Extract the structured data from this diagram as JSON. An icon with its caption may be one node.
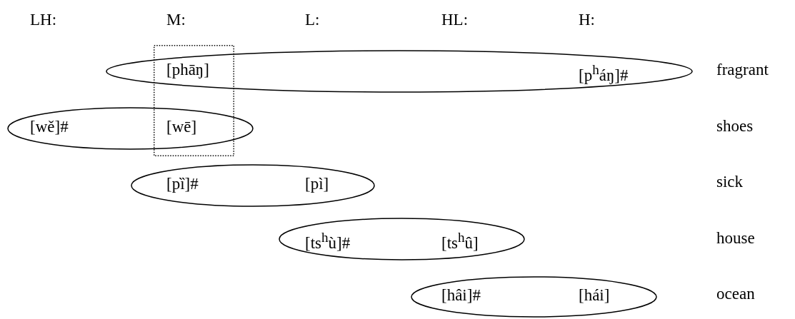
{
  "diagram": {
    "nodes": [
      {
        "text": [
          "[phāŋ]",
          "[p$^{h}$áŋ]#"
        ]
      },
      {
        "text": [
          "[wě]#",
          "[wē]"
        ]
      },
      {
        "text": [
          "[pȉ]#",
          "[pì]"
        ]
      },
      {
        "text": [
          "[ts$^{h}$ù]#",
          "[ts$^{h}$û]"
        ]
      },
      {
        "text": [
          "[hâi]#",
          "[hái]"
        ]
      }
    ],
    "edges": [],
    "labels": [
      "LH:",
      "M:",
      "L:",
      "HL:",
      "H:",
      "fragrant",
      "shoes",
      "sick",
      "house",
      "ocean"
    ]
  }
}
